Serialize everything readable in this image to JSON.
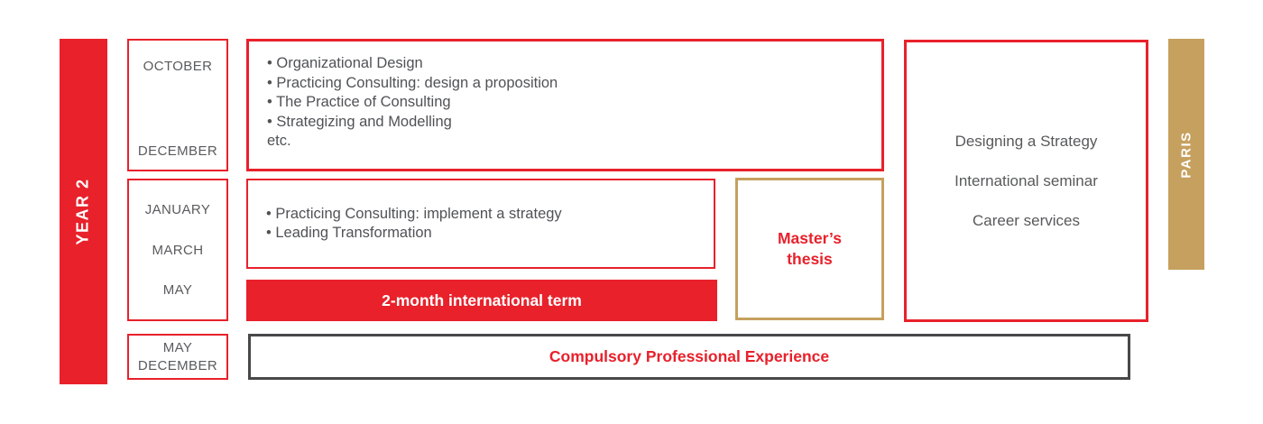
{
  "colors": {
    "red": "#E8212B",
    "gold": "#C6A05E",
    "text_grey": "#58595B",
    "dark_border": "#48484A",
    "white": "#FFFFFF"
  },
  "year": {
    "label": "YEAR 2"
  },
  "location": {
    "label": "PARIS"
  },
  "timeline": {
    "period1": {
      "start": "OCTOBER",
      "end": "DECEMBER"
    },
    "period2": {
      "m1": "JANUARY",
      "m2": "MARCH",
      "m3": "MAY"
    },
    "period3": {
      "m1": "MAY",
      "m2": "DECEMBER"
    }
  },
  "term1": {
    "courses": [
      "• Organizational Design",
      "• Practicing Consulting: design a proposition",
      "• The Practice of Consulting",
      "• Strategizing and Modelling",
      "etc."
    ]
  },
  "term2": {
    "courses": [
      "• Practicing Consulting: implement a strategy",
      "• Leading Transformation"
    ],
    "international_term_label": "2-month international term"
  },
  "thesis": {
    "line1": "Master’s",
    "line2": "thesis"
  },
  "campus": {
    "items": [
      "Designing a Strategy",
      "International seminar",
      "Career services"
    ]
  },
  "experience": {
    "label": "Compulsory Professional Experience"
  }
}
